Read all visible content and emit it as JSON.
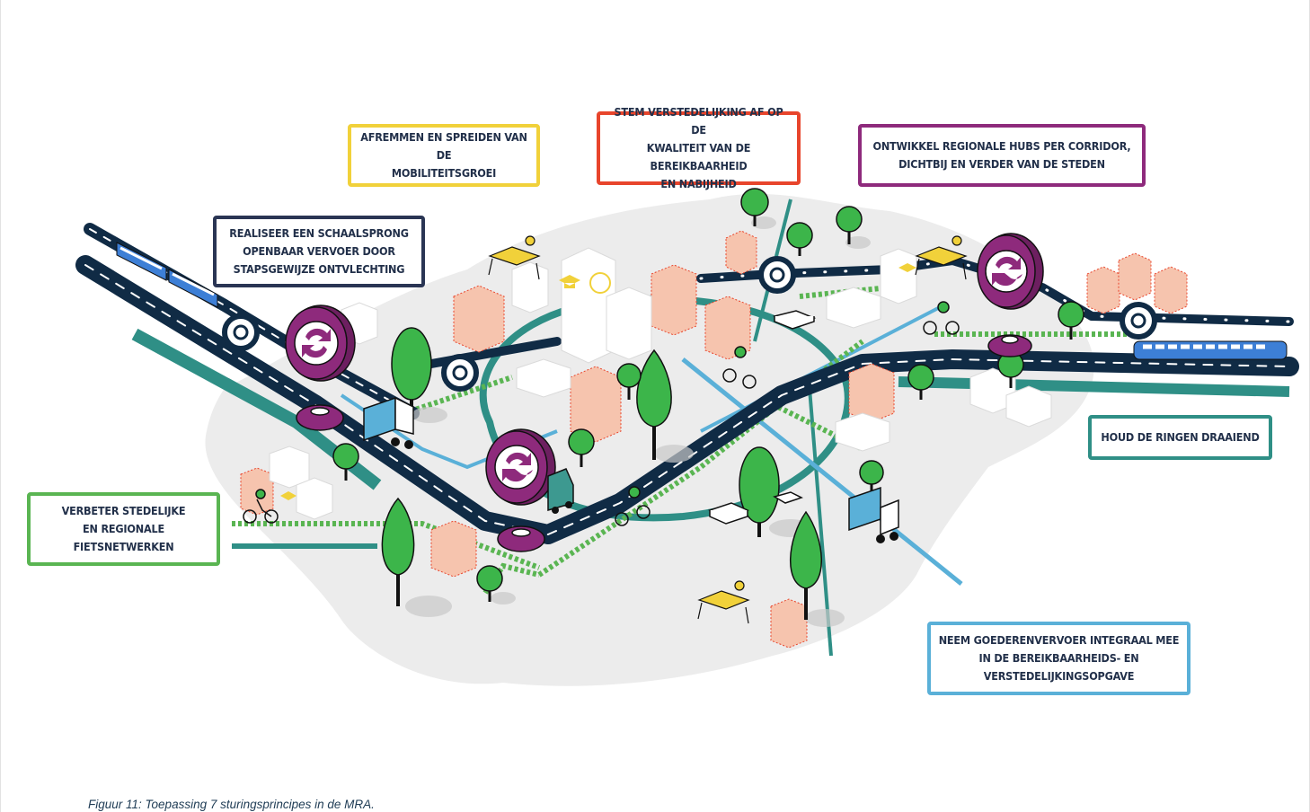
{
  "labels": {
    "mobility_growth": "AFREMMEN EN SPREIDEN VAN DE\nMOBILITEITSGROEI",
    "urbanisation": "STEM VERSTEDELIJKING AF OP DE\nKWALITEIT VAN DE BEREIKBAARHEID\nEN NABIJHEID",
    "regional_hubs": "ONTWIKKEL REGIONALE HUBS PER CORRIDOR,\nDICHTBIJ EN VERDER VAN DE STEDEN",
    "public_transport": "REALISEER EEN SCHAALSPRONG\nOPENBAAR VERVOER DOOR\nSTAPSGEWIJZE ONTVLECHTING",
    "rings": "HOUD DE RINGEN DRAAIEND",
    "cycling": "VERBETER STEDELIJKE\nEN REGIONALE\nFIETSNETWERKEN",
    "freight": "NEEM GOEDERENVERVOER INTEGRAAL MEE\nIN DE BEREIKBAARHEIDS- EN\nVERSTEDELIJKINGSOPGAVE"
  },
  "colors": {
    "yellow": "#f1d13a",
    "red": "#e8452c",
    "purple": "#8e2a7c",
    "navy": "#2a3554",
    "teal": "#2f8f86",
    "green": "#5ab552",
    "blue": "#5ab0d8",
    "road": "#102b45",
    "ground": "#ececec",
    "tree": "#3cb54a",
    "building_pink": "#f6c4ae"
  },
  "caption": "Figuur 11: Toepassing 7 sturingsprincipes in de MRA."
}
